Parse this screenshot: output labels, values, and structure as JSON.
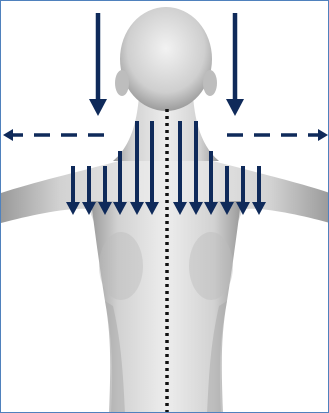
{
  "figure": {
    "subject": "posterior-torso-figure",
    "colors": {
      "arrow": "#0f2a5a",
      "border": "#4f81bd",
      "midline": "#111111",
      "body_light": "#f0f0f0",
      "body_mid": "#c9c9c9",
      "body_dark": "#8f8f8f"
    },
    "arrows": {
      "downward_above_shoulders": 2,
      "downward_on_shoulders": 12,
      "lateral_dashed": 2
    }
  }
}
